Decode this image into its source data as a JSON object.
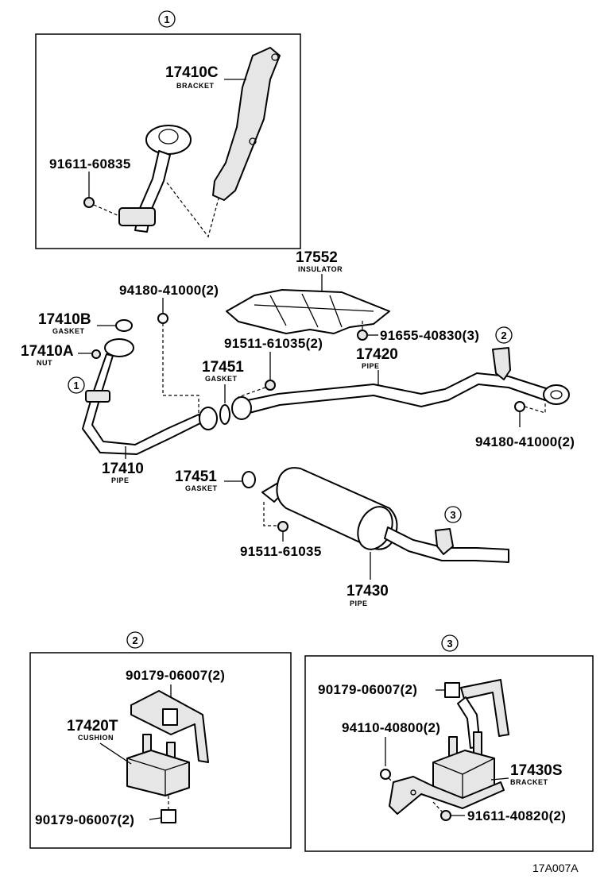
{
  "diagram_code": "17A007A",
  "callouts": {
    "c1": "1",
    "c2": "2",
    "c3": "3"
  },
  "labels": {
    "p17410C": "17410C",
    "p17410C_sub": "BRACKET",
    "p91611_60835": "91611-60835",
    "p17552": "17552",
    "p17552_sub": "INSULATOR",
    "p94180_top": "94180-41000(2)",
    "p17410B": "17410B",
    "p17410B_sub": "GASKET",
    "p17410A": "17410A",
    "p17410A_sub": "NUT",
    "p91655": "91655-40830(3)",
    "p91511_a": "91511-61035(2)",
    "p17420": "17420",
    "p17420_sub": "PIPE",
    "p17451_a": "17451",
    "p17451_a_sub": "GASKET",
    "p94180_right": "94180-41000(2)",
    "p17410": "17410",
    "p17410_sub": "PIPE",
    "p17451_b": "17451",
    "p17451_b_sub": "GASKET",
    "p91511_b": "91511-61035",
    "p17430": "17430",
    "p17430_sub": "PIPE",
    "p90179_a": "90179-06007(2)",
    "p17420T": "17420T",
    "p17420T_sub": "CUSHION",
    "p90179_b": "90179-06007(2)",
    "p90179_c": "90179-06007(2)",
    "p94110": "94110-40800(2)",
    "p17430S": "17430S",
    "p17430S_sub": "BRACKET",
    "p91611_40820": "91611-40820(2)"
  }
}
